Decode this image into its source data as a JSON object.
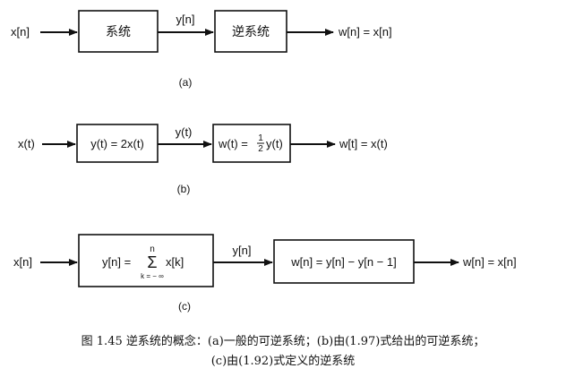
{
  "diagram_a": {
    "input": "x[n]",
    "block1": "系统",
    "mid_signal": "y[n]",
    "block2": "逆系统",
    "output": "w[n] = x[n]",
    "label": "(a)"
  },
  "diagram_b": {
    "input": "x(t)",
    "block1": "y(t) = 2x(t)",
    "mid_signal": "y(t)",
    "block2_lhs": "w(t) =",
    "block2_frac_num": "1",
    "block2_frac_den": "2",
    "block2_rhs": "y(t)",
    "output": "w[t] = x(t)",
    "label": "(b)"
  },
  "diagram_c": {
    "input": "x[n]",
    "block1_lhs": "y[n] =",
    "block1_sum_upper": "n",
    "block1_sum_symbol": "Σ",
    "block1_sum_lower": "k = − ∞",
    "block1_rhs": "x[k]",
    "mid_signal": "y[n]",
    "block2": "w[n] = y[n] − y[n − 1]",
    "output": "w[n] = x[n]",
    "label": "(c)"
  },
  "caption": {
    "line1": "图 1.45   逆系统的概念：(a)一般的可逆系统；(b)由(1.97)式给出的可逆系统；",
    "line2": "(c)由(1.92)式定义的逆系统"
  }
}
